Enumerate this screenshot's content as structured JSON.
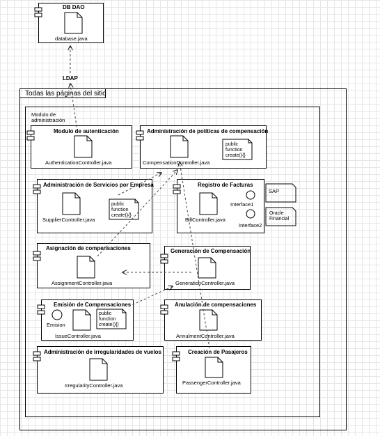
{
  "top": {
    "db_dao": {
      "title": "DB DAO",
      "file": "database.java"
    },
    "ldap": {
      "label": "LDAP"
    }
  },
  "site": {
    "title": "Todas las páginas del sitio"
  },
  "admin": {
    "title": "Modulo de administración"
  },
  "components": {
    "auth": {
      "title": "Modulo de autenticación",
      "file": "AuthenticationController.java"
    },
    "comp": {
      "title": "Administración de políticas de compensación",
      "file": "CompensationController.java",
      "note": "public function create(){}"
    },
    "supplier": {
      "title": "Administración de Servicios por Empresa",
      "file": "SupplierController.java",
      "note": "public function create(){}"
    },
    "bill": {
      "title": "Registro de Facturas",
      "file": "BillController.java",
      "interface1": "Interface1",
      "interface2": "Interface2"
    },
    "assign": {
      "title": "Asignación de compensaciones",
      "file": "AssignmentController.java"
    },
    "gen": {
      "title": "Generación de Compensación",
      "file": "GenerationController.java"
    },
    "issue": {
      "title": "Emisión de Compensaciones",
      "file": "IssueController.java",
      "emision": "Emision",
      "note": "public function create(){}"
    },
    "annul": {
      "title": "Anulación de compensaciones",
      "file": "AnnulmentController.java"
    },
    "irreg": {
      "title": "Administración de irregularidades de vuelos",
      "file": "IrregularityController.java"
    },
    "pass": {
      "title": "Creación de Pasajeros",
      "file": "PassengerController.java"
    }
  },
  "external": {
    "sap": "SAP",
    "oracle": "Oracle Financial"
  }
}
